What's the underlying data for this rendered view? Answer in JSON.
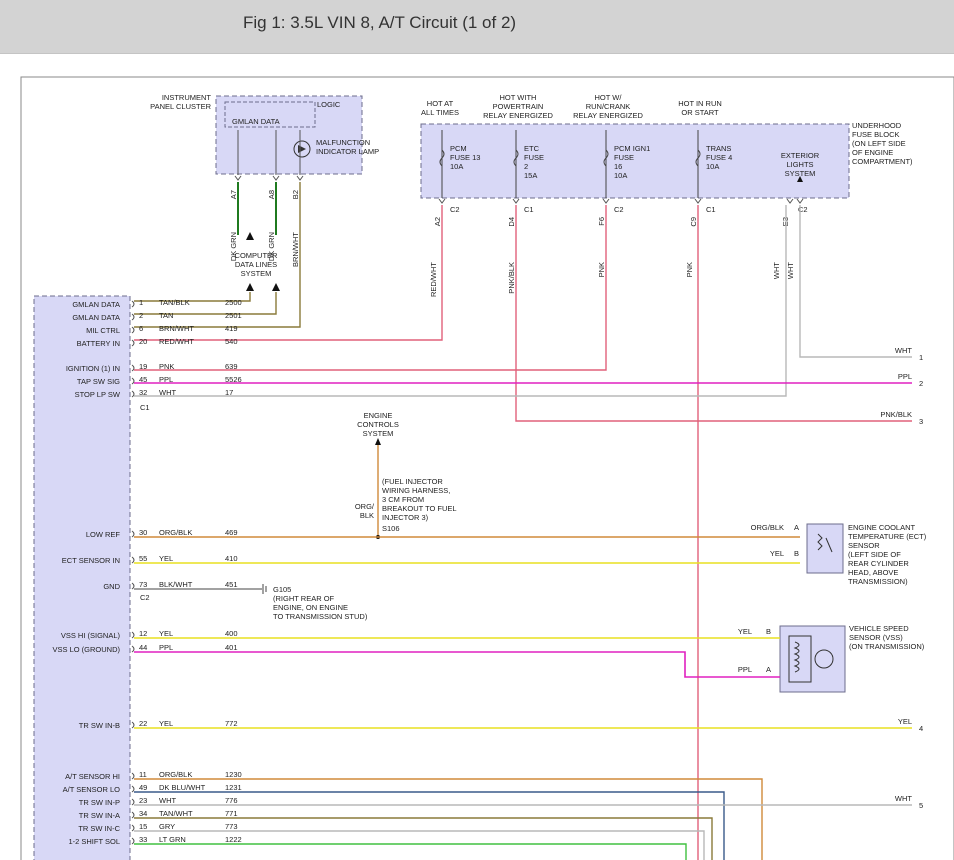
{
  "header": {
    "title": "Fig 1: 3.5L VIN 8, A/T Circuit (1 of 2)"
  },
  "diagram": {
    "colors": {
      "module_fill": "#d8d8f6",
      "module_stroke": "#6d6d8c",
      "wire_pnk": "#e0607a",
      "wire_ppl": "#e020c0",
      "wire_yel": "#e8e020",
      "wire_org": "#d08a3a",
      "wire_dkgrn": "#1f7a1f",
      "wire_brnwht": "#8a7a3a",
      "wire_white": "#b8b8b8",
      "wire_blue": "#3a5a8a",
      "wire_ltgrn": "#40c040"
    },
    "cluster": {
      "label_lines": [
        "INSTRUMENT",
        "PANEL CLUSTER"
      ],
      "logic_label": "LOGIC",
      "gmlan_label": "GMLAN DATA",
      "mil_lines": [
        "MALFUNCTION",
        "INDICATOR LAMP"
      ],
      "pins": [
        "A7",
        "A8",
        "B2"
      ],
      "wires": [
        "DK GRN",
        "DK GRN",
        "BRN/WHT"
      ]
    },
    "computer_data": {
      "lines": [
        "COMPUTER",
        "DATA LINES",
        "SYSTEM"
      ]
    },
    "fuse_block": {
      "label_lines": [
        "UNDERHOOD",
        "FUSE BLOCK",
        "(ON LEFT SIDE",
        "OF ENGINE",
        "COMPARTMENT)"
      ],
      "headers": [
        [
          "HOT AT",
          "ALL TIMES"
        ],
        [
          "HOT WITH",
          "POWERTRAIN",
          "RELAY ENERGIZED"
        ],
        [
          "HOT W/",
          "RUN/CRANK",
          "RELAY ENERGIZED"
        ],
        [
          "HOT IN RUN",
          "OR START"
        ]
      ],
      "fuses": [
        [
          "PCM",
          "FUSE 13",
          "10A"
        ],
        [
          "ETC",
          "FUSE",
          "2",
          "15A"
        ],
        [
          "PCM IGN1",
          "FUSE",
          "16",
          "10A"
        ],
        [
          "TRANS",
          "FUSE 4",
          "10A"
        ]
      ],
      "exterior_lines": [
        "EXTERIOR",
        "LIGHTS",
        "SYSTEM"
      ],
      "pins": [
        "A2",
        "D4",
        "F6",
        "C9",
        "E3"
      ],
      "conns": [
        "C2",
        "C1",
        "C2",
        "C1",
        "C2"
      ],
      "wires": [
        "RED/WHT",
        "PNK/BLK",
        "PNK",
        "PNK",
        "WHT",
        "WHT"
      ]
    },
    "pcm_rows": [
      {
        "label": "GMLAN DATA",
        "pin": "1",
        "color": "TAN/BLK",
        "circuit": "2500"
      },
      {
        "label": "GMLAN DATA",
        "pin": "2",
        "color": "TAN",
        "circuit": "2501"
      },
      {
        "label": "MIL CTRL",
        "pin": "6",
        "color": "BRN/WHT",
        "circuit": "419"
      },
      {
        "label": "BATTERY IN",
        "pin": "20",
        "color": "RED/WHT",
        "circuit": "540"
      },
      {
        "label": "IGNITION (1) IN",
        "pin": "19",
        "color": "PNK",
        "circuit": "639"
      },
      {
        "label": "TAP SW SIG",
        "pin": "45",
        "color": "PPL",
        "circuit": "5526"
      },
      {
        "label": "STOP LP SW",
        "pin": "32",
        "color": "WHT",
        "circuit": "17"
      },
      {
        "label": "LOW REF",
        "pin": "30",
        "color": "ORG/BLK",
        "circuit": "469"
      },
      {
        "label": "ECT SENSOR IN",
        "pin": "55",
        "color": "YEL",
        "circuit": "410"
      },
      {
        "label": "GND",
        "pin": "73",
        "color": "BLK/WHT",
        "circuit": "451"
      },
      {
        "label": "VSS HI (SIGNAL)",
        "pin": "12",
        "color": "YEL",
        "circuit": "400"
      },
      {
        "label": "VSS LO (GROUND)",
        "pin": "44",
        "color": "PPL",
        "circuit": "401"
      },
      {
        "label": "TR SW IN-B",
        "pin": "22",
        "color": "YEL",
        "circuit": "772"
      },
      {
        "label": "A/T SENSOR HI",
        "pin": "11",
        "color": "ORG/BLK",
        "circuit": "1230"
      },
      {
        "label": "A/T SENSOR LO",
        "pin": "49",
        "color": "DK BLU/WHT",
        "circuit": "1231"
      },
      {
        "label": "TR SW IN-P",
        "pin": "23",
        "color": "WHT",
        "circuit": "776"
      },
      {
        "label": "TR SW IN-A",
        "pin": "34",
        "color": "TAN/WHT",
        "circuit": "771"
      },
      {
        "label": "TR SW IN-C",
        "pin": "15",
        "color": "GRY",
        "circuit": "773"
      },
      {
        "label": "1-2 SHIFT SOL",
        "pin": "33",
        "color": "LT GRN",
        "circuit": "1222"
      }
    ],
    "pcm_connectors": [
      "C1",
      "C2"
    ],
    "engine_controls": {
      "lines": [
        "ENGINE",
        "CONTROLS",
        "SYSTEM"
      ],
      "wire_lines": [
        "ORG/",
        "BLK"
      ]
    },
    "splice": {
      "note_lines": [
        "(FUEL INJECTOR",
        "WIRING HARNESS,",
        "3 CM FROM",
        "BREAKOUT TO FUEL",
        "INJECTOR 3)"
      ],
      "id": "S106"
    },
    "ground": {
      "id": "G105",
      "note_lines": [
        "(RIGHT REAR OF",
        "ENGINE, ON ENGINE",
        "TO TRANSMISSION STUD)"
      ]
    },
    "ect_sensor": {
      "lines": [
        "ENGINE COOLANT",
        "TEMPERATURE (ECT)",
        "SENSOR",
        "(LEFT SIDE OF",
        "REAR CYLINDER",
        "HEAD, ABOVE",
        "TRANSMISSION)"
      ],
      "wire_a": "ORG/BLK",
      "pin_a": "A",
      "wire_b": "YEL",
      "pin_b": "B"
    },
    "vss_sensor": {
      "lines": [
        "VEHICLE SPEED",
        "SENSOR (VSS)",
        "(ON TRANSMISSION)"
      ],
      "wire_b": "YEL",
      "pin_b": "B",
      "wire_a": "PPL",
      "pin_a": "A"
    },
    "offpage": [
      {
        "wire": "WHT",
        "num": "1"
      },
      {
        "wire": "PPL",
        "num": "2"
      },
      {
        "wire": "PNK/BLK",
        "num": "3"
      },
      {
        "wire": "YEL",
        "num": "4"
      },
      {
        "wire": "WHT",
        "num": "5"
      }
    ]
  }
}
